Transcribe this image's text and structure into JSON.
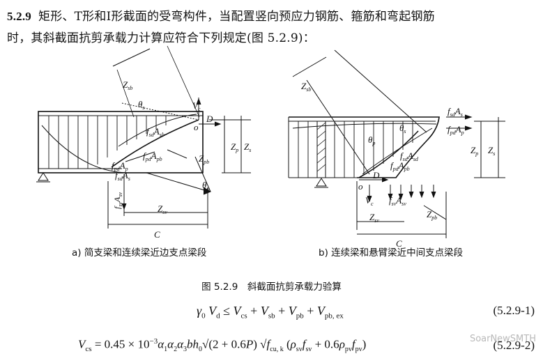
{
  "clause": {
    "number": "5.2.9",
    "line1": "矩形、T形和Ⅰ形截面的受弯构件，当配置竖向预应力钢筋、箍筋和弯起钢筋",
    "line2": "时，其斜截面抗剪承载力计算应符合下列规定(图 5.2.9)："
  },
  "figure": {
    "caption_a": "a) 简支梁和连续梁近边支点梁段",
    "caption_b": "b) 连续梁和悬臂梁近中间支点梁段",
    "title": "图 5.2.9　斜截面抗剪承载力验算"
  },
  "equations": {
    "eq1_number": "(5.2.9-1)",
    "eq2_number": "(5.2.9-2)"
  },
  "watermark": "SoarNewSMTH"
}
